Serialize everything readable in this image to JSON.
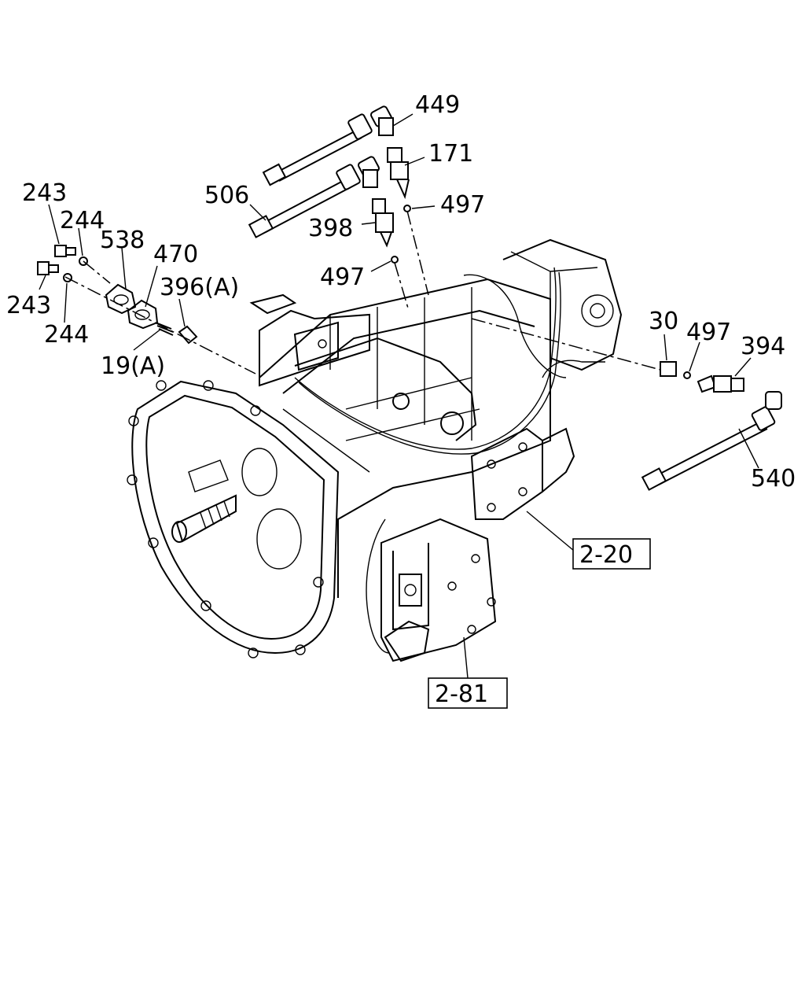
{
  "diagram": {
    "part_labels": {
      "p449": "449",
      "p171": "171",
      "p506": "506",
      "p497_top": "497",
      "p398": "398",
      "p243_a": "243",
      "p244_a": "244",
      "p538": "538",
      "p470": "470",
      "p396": "396(A)",
      "p497_mid": "497",
      "p243_b": "243",
      "p244_b": "244",
      "p19": "19(A)",
      "p30": "30",
      "p497_right": "497",
      "p394": "394",
      "p540": "540"
    },
    "reference_boxes": {
      "ref_2_20": "2-20",
      "ref_2_81": "2-81"
    }
  }
}
